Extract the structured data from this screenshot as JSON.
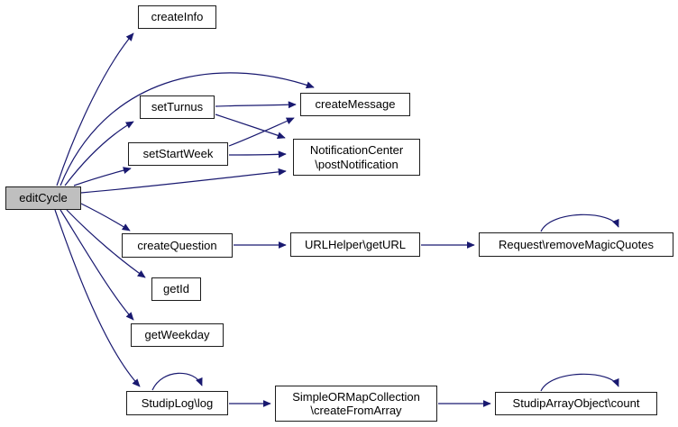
{
  "diagram": {
    "type": "call-graph",
    "root": "editCycle",
    "colors": {
      "bg": "#ffffff",
      "edge": "#191970",
      "border": "#1c1c1c",
      "fill": "#ffffff",
      "rootFill": "#bfbfbf",
      "text": "#000000"
    },
    "nodes": {
      "editCycle": {
        "label": "editCycle"
      },
      "createInfo": {
        "label": "createInfo"
      },
      "setTurnus": {
        "label": "setTurnus"
      },
      "createMessage": {
        "label": "createMessage"
      },
      "setStartWeek": {
        "label": "setStartWeek"
      },
      "postNotification": {
        "label": "NotificationCenter\n\\postNotification"
      },
      "createQuestion": {
        "label": "createQuestion"
      },
      "getURL": {
        "label": "URLHelper\\getURL"
      },
      "removeMagicQuotes": {
        "label": "Request\\removeMagicQuotes"
      },
      "getId": {
        "label": "getId"
      },
      "getWeekday": {
        "label": "getWeekday"
      },
      "log": {
        "label": "StudipLog\\log"
      },
      "createFromArray": {
        "label": "SimpleORMapCollection\n\\createFromArray"
      },
      "count": {
        "label": "StudipArrayObject\\count"
      }
    },
    "edges": [
      {
        "from": "editCycle",
        "to": "createInfo"
      },
      {
        "from": "editCycle",
        "to": "createMessage"
      },
      {
        "from": "editCycle",
        "to": "setTurnus"
      },
      {
        "from": "editCycle",
        "to": "setStartWeek"
      },
      {
        "from": "editCycle",
        "to": "NotificationCenter\\postNotification"
      },
      {
        "from": "editCycle",
        "to": "createQuestion"
      },
      {
        "from": "editCycle",
        "to": "getId"
      },
      {
        "from": "editCycle",
        "to": "getWeekday"
      },
      {
        "from": "editCycle",
        "to": "StudipLog\\log"
      },
      {
        "from": "setTurnus",
        "to": "createMessage"
      },
      {
        "from": "setTurnus",
        "to": "NotificationCenter\\postNotification"
      },
      {
        "from": "setStartWeek",
        "to": "createMessage"
      },
      {
        "from": "setStartWeek",
        "to": "NotificationCenter\\postNotification"
      },
      {
        "from": "createQuestion",
        "to": "URLHelper\\getURL"
      },
      {
        "from": "URLHelper\\getURL",
        "to": "Request\\removeMagicQuotes"
      },
      {
        "from": "Request\\removeMagicQuotes",
        "to": "Request\\removeMagicQuotes",
        "self_loop": true
      },
      {
        "from": "StudipLog\\log",
        "to": "StudipLog\\log",
        "self_loop": true
      },
      {
        "from": "StudipLog\\log",
        "to": "SimpleORMapCollection\\createFromArray"
      },
      {
        "from": "SimpleORMapCollection\\createFromArray",
        "to": "StudipArrayObject\\count"
      },
      {
        "from": "StudipArrayObject\\count",
        "to": "StudipArrayObject\\count",
        "self_loop": true
      }
    ]
  }
}
